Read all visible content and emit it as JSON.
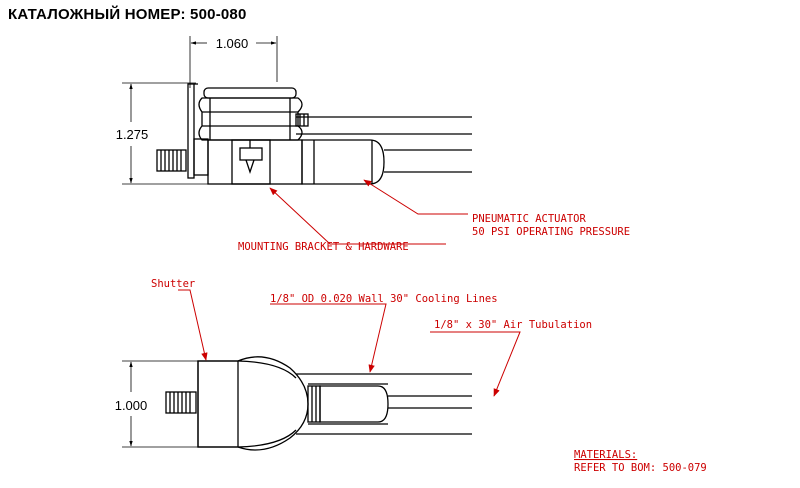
{
  "title": "КАТАЛОЖНЫЙ НОМЕР: 500-080",
  "dimensions": {
    "top_width": "1.060",
    "top_height": "1.275",
    "bottom_height": "1.000"
  },
  "labels": {
    "actuator_line1": "PNEUMATIC ACTUATOR",
    "actuator_line2": "50 PSI OPERATING PRESSURE",
    "bracket": "MOUNTING BRACKET & HARDWARE",
    "shutter": "Shutter",
    "cooling_lines": "1/8\" OD 0.020 Wall 30\" Cooling Lines",
    "air_tubulation": "1/8\" x 30\" Air Tubulation",
    "materials_line1": "MATERIALS:",
    "materials_line2": "REFER TO BOM: 500-079"
  },
  "colors": {
    "drawing": "#000000",
    "annotation": "#cc0000"
  }
}
